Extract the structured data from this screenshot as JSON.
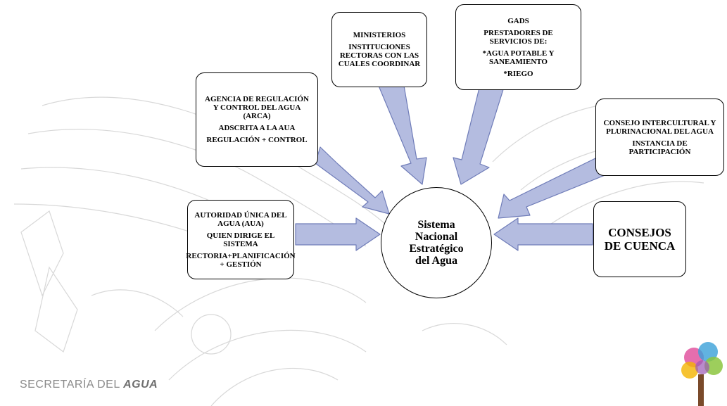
{
  "center": {
    "label": "Sistema\nNacional\nEstratégico\ndel Agua"
  },
  "boxes": {
    "aua": {
      "line1": "AUTORIDAD ÚNICA DEL AGUA (AUA)",
      "line2": "QUIEN DIRIGE EL SISTEMA",
      "line3": "RECTORIA+PLANIFICACIÓN + GESTIÓN"
    },
    "arca": {
      "line1": "AGENCIA DE REGULACIÓN Y CONTROL DEL AGUA (ARCA)",
      "line2": "ADSCRITA A LA AUA",
      "line3": "REGULACIÓN + CONTROL"
    },
    "ministerios": {
      "line1": "MINISTERIOS",
      "line2": "INSTITUCIONES RECTORAS CON LAS CUALES COORDINAR"
    },
    "gads": {
      "line1": "GADS",
      "line2": "PRESTADORES DE SERVICIOS DE:",
      "line3": "*AGUA POTABLE Y SANEAMIENTO",
      "line4": "*RIEGO"
    },
    "consejo_intercultural": {
      "line1": "CONSEJO INTERCULTURAL Y PLURINACIONAL DEL AGUA",
      "line2": "INSTANCIA DE PARTICIPACIÓN"
    },
    "consejos_cuenca": {
      "line1": "CONSEJOS DE CUENCA"
    }
  },
  "footer": {
    "brand_prefix": "SECRETARÍA DEL",
    "brand_suffix": "AGUA"
  },
  "colors": {
    "arrow_fill": "#b4bce0",
    "arrow_stroke": "#6f7cb8",
    "watermark": "#c9c9c9"
  }
}
